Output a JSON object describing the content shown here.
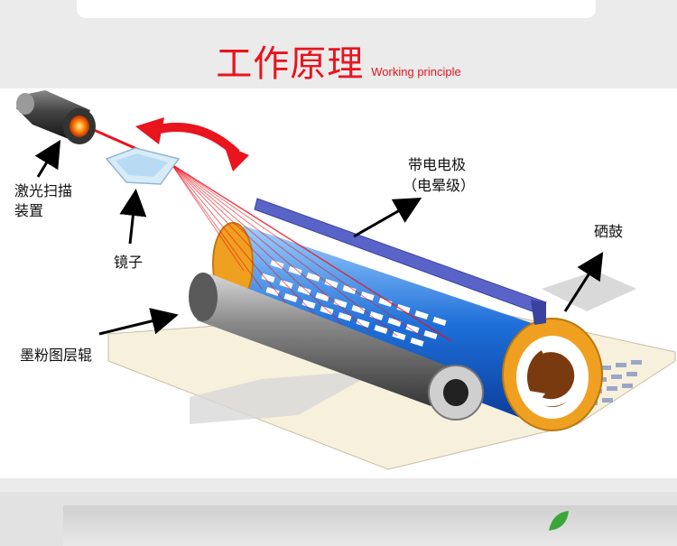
{
  "header": {
    "title_cn": "工作原理",
    "title_en": "Working principle"
  },
  "labels": {
    "laser_line1": "激光扫描",
    "laser_line2": "装置",
    "mirror": "镜子",
    "corona_line1": "带电电极",
    "corona_line2": "（电晕级）",
    "drum": "硒鼓",
    "toner_roller": "墨粉图层辊"
  },
  "colors": {
    "title": "#e8141e",
    "laser_beam": "#e8141e",
    "drum_blue": "#1e6fd9",
    "drum_orange": "#f0a020",
    "electrode": "#5a64c8",
    "roller_gray": "#555555"
  },
  "icons": {
    "rotation_arrow": "curved-double-arrow-icon",
    "leaf": "leaf-icon"
  }
}
